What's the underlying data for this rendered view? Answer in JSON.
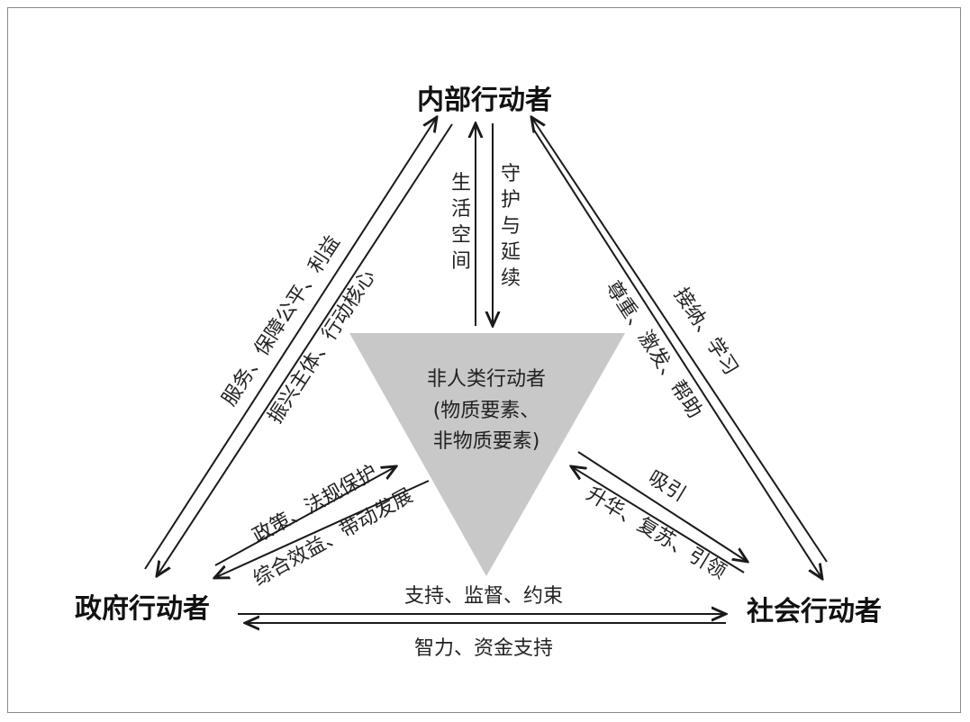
{
  "nodes": {
    "top": "内部行动者",
    "left": "政府行动者",
    "right": "社会行动者"
  },
  "center": {
    "line1": "非人类行动者",
    "line2": "(物质要素、",
    "line3": "非物质要素)",
    "fill": "#c8c8c8"
  },
  "edges": {
    "top_center_up_v": [
      "生",
      "活",
      "空",
      "间"
    ],
    "top_center_down_v": [
      "守",
      "护",
      "与",
      "延",
      "续"
    ],
    "left_to_top": "服务、保障公平、利益",
    "top_to_left": "振兴主体、行动核心",
    "top_to_right": "尊重、激发、帮助",
    "right_to_top": "接纳、学习",
    "left_to_center": "政策、法规保护",
    "center_to_left": "综合效益、带动发展",
    "right_to_center": "吸引",
    "center_to_right": "升华、复苏、引领",
    "left_to_right": "支持、监督、约束",
    "right_to_left": "智力、资金支持"
  }
}
